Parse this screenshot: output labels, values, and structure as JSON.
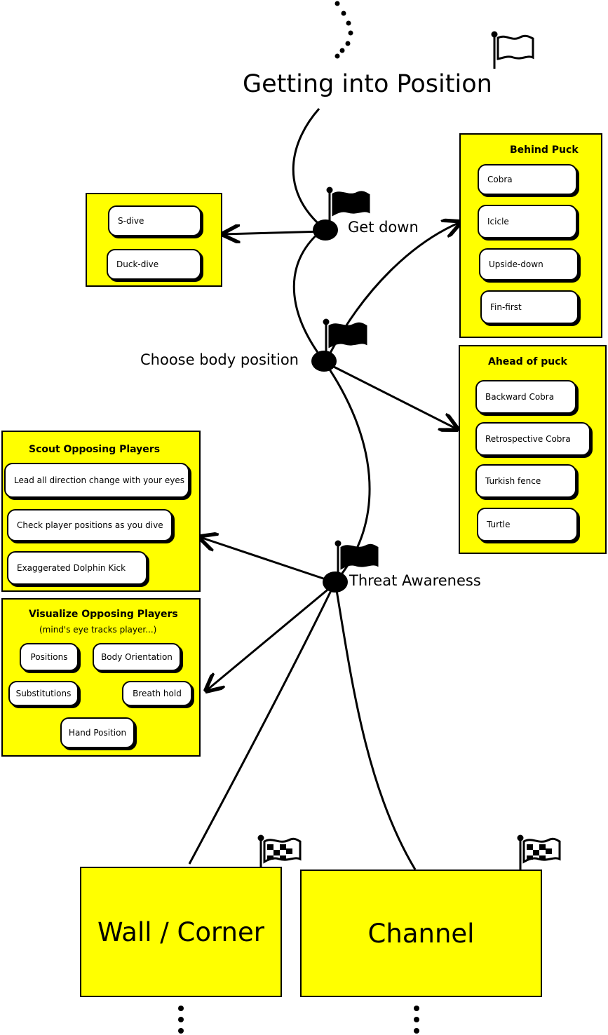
{
  "title": "Getting into Position",
  "nodes": {
    "get_down": "Get down",
    "choose_body_position": "Choose body position",
    "threat_awareness": "Threat Awareness"
  },
  "dive_options": {
    "items": [
      "S-dive",
      "Duck-dive"
    ]
  },
  "behind_puck": {
    "title": "Behind Puck",
    "items": [
      "Cobra",
      "Icicle",
      "Upside-down",
      "Fin-first"
    ]
  },
  "ahead_of_puck": {
    "title": "Ahead of puck",
    "items": [
      "Backward Cobra",
      "Retrospective Cobra",
      "Turkish fence",
      "Turtle"
    ]
  },
  "scout": {
    "title": "Scout Opposing Players",
    "items": [
      "Lead all direction change with your eyes",
      "Check player positions as you dive",
      "Exaggerated Dolphin Kick"
    ]
  },
  "visualize": {
    "title": "Visualize Opposing Players",
    "subtitle": "(mind's eye tracks player...)",
    "items": [
      "Positions",
      "Body Orientation",
      "Substitutions",
      "Breath hold",
      "Hand Position"
    ]
  },
  "outcomes": [
    "Wall / Corner",
    "Channel"
  ],
  "colors": {
    "panel": "#ffff00",
    "chip": "#ffffff",
    "ink": "#000000"
  },
  "icons": [
    "flag-outline-icon",
    "flag-solid-icon",
    "checkered-flag-icon",
    "dotted-continuation"
  ]
}
